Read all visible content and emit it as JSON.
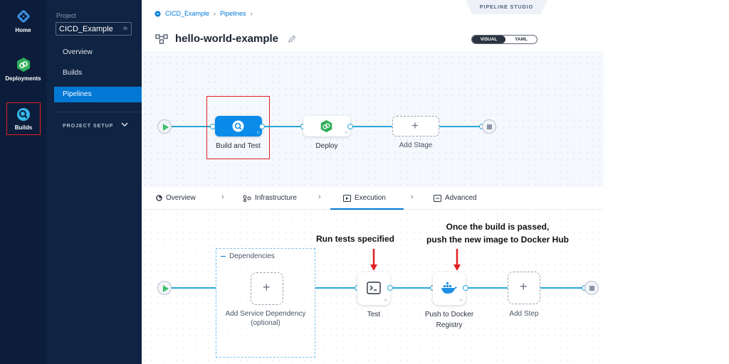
{
  "rail": {
    "home_label": "Home",
    "deployments_label": "Deployments",
    "builds_label": "Builds"
  },
  "nav": {
    "project_label": "Project",
    "project_name": "CICD_Example",
    "items": [
      "Overview",
      "Builds",
      "Pipelines"
    ],
    "active_item": "Pipelines",
    "project_setup": "PROJECT SETUP"
  },
  "header": {
    "breadcrumb": [
      "CICD_Example",
      "Pipelines"
    ],
    "studio_tag": "PIPELINE STUDIO",
    "title": "hello-world-example",
    "view_toggle": {
      "visual": "VISUAL",
      "yaml": "YAML",
      "active": "VISUAL"
    }
  },
  "stages": {
    "build": "Build and Test",
    "deploy": "Deploy",
    "add": "Add Stage"
  },
  "tabs": {
    "items": [
      "Overview",
      "Infrastructure",
      "Execution",
      "Advanced"
    ],
    "active": "Execution"
  },
  "execution": {
    "dependencies_title": "Dependencies",
    "add_dependency": "Add Service Dependency",
    "add_dependency_note": "(optional)",
    "step_test": "Test",
    "step_push_line1": "Push to Docker",
    "step_push_line2": "Registry",
    "add_step": "Add Step"
  },
  "annotations": {
    "run_tests": "Run tests specified",
    "push_line1": "Once the build is passed,",
    "push_line2": "push the new image to Docker Hub"
  },
  "colors": {
    "rail_bg": "#0b1d3a",
    "nav_bg": "#0f2342",
    "accent": "#0278d5",
    "connector": "#2aa6d6",
    "highlight": "#e02020"
  }
}
